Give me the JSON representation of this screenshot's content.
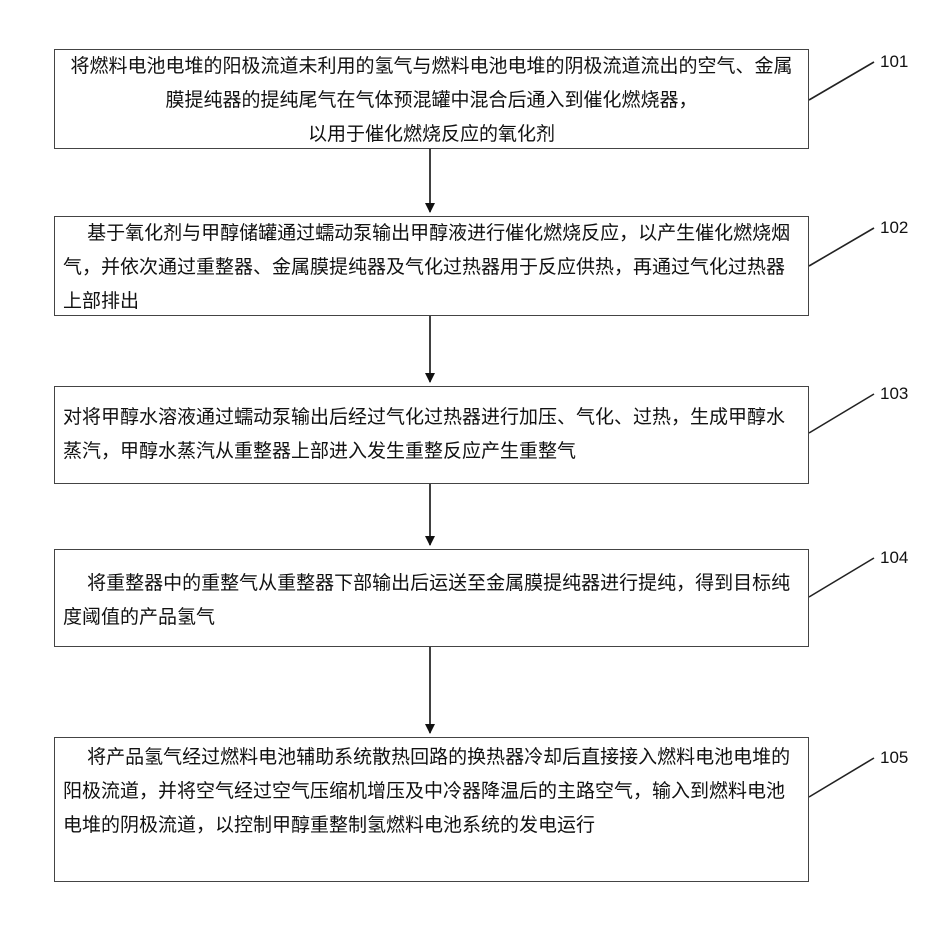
{
  "steps": [
    {
      "num": "101",
      "text": "将燃料电池电堆的阳极流道未利用的氢气与燃料电池电堆的阴极流道流出的空气、金属膜提纯器的提纯尾气在气体预混罐中混合后通入到催化燃烧器，\n以用于催化燃烧反应的氧化剂"
    },
    {
      "num": "102",
      "text": "    基于氧化剂与甲醇储罐通过蠕动泵输出甲醇液进行催化燃烧反应，以产生催化燃烧烟气，并依次通过重整器、金属膜提纯器及气化过热器用于反应供热，再通过气化过热器上部排出"
    },
    {
      "num": "103",
      "text": "对将甲醇水溶液通过蠕动泵输出后经过气化过热器进行加压、气化、过热，生成甲醇水蒸汽，甲醇水蒸汽从重整器上部进入发生重整反应产生重整气"
    },
    {
      "num": "104",
      "text": "    将重整器中的重整气从重整器下部输出后运送至金属膜提纯器进行提纯，得到目标纯度阈值的产品氢气"
    },
    {
      "num": "105",
      "text": "    将产品氢气经过燃料电池辅助系统散热回路的换热器冷却后直接接入燃料电池电堆的阳极流道，并将空气经过空气压缩机增压及中冷器降温后的主路空气，输入到燃料电池电堆的阴极流道，以控制甲醇重整制氢燃料电池系统的发电运行"
    }
  ]
}
